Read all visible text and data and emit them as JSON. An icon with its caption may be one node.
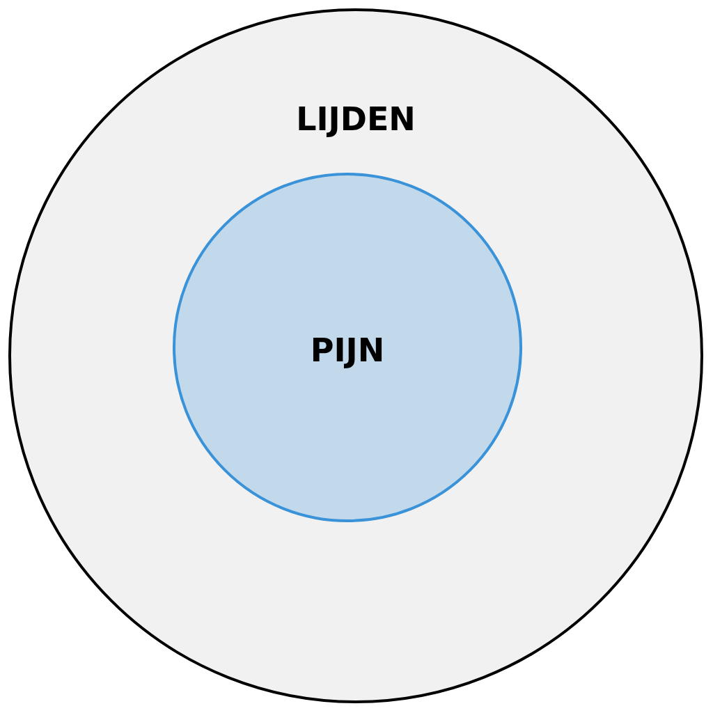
{
  "diagram": {
    "nodes": [
      {
        "text": [
          "LIJDEN"
        ]
      },
      {
        "text": [
          "PIJN"
        ],
        "in": 0
      }
    ]
  }
}
